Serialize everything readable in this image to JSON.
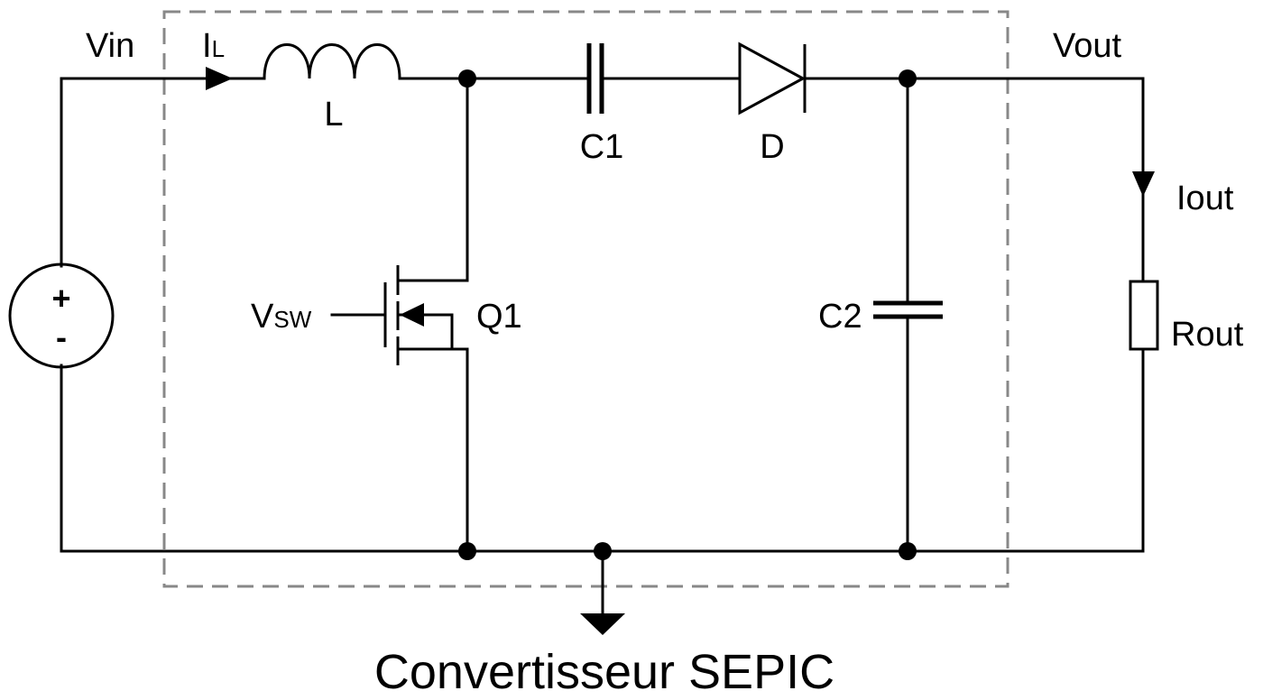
{
  "labels": {
    "vin": "Vin",
    "il_main": "I",
    "il_sub": "L",
    "inductor": "L",
    "c1": "C1",
    "diode": "D",
    "vout": "Vout",
    "iout": "Iout",
    "rout": "Rout",
    "c2": "C2",
    "q1": "Q1",
    "vsw_main": "V",
    "vsw_sub": "SW",
    "source_plus": "+",
    "source_minus": "-",
    "title": "Convertisseur SEPIC"
  },
  "colors": {
    "wire": "#000000",
    "boundary": "#888888",
    "background": "#ffffff"
  }
}
